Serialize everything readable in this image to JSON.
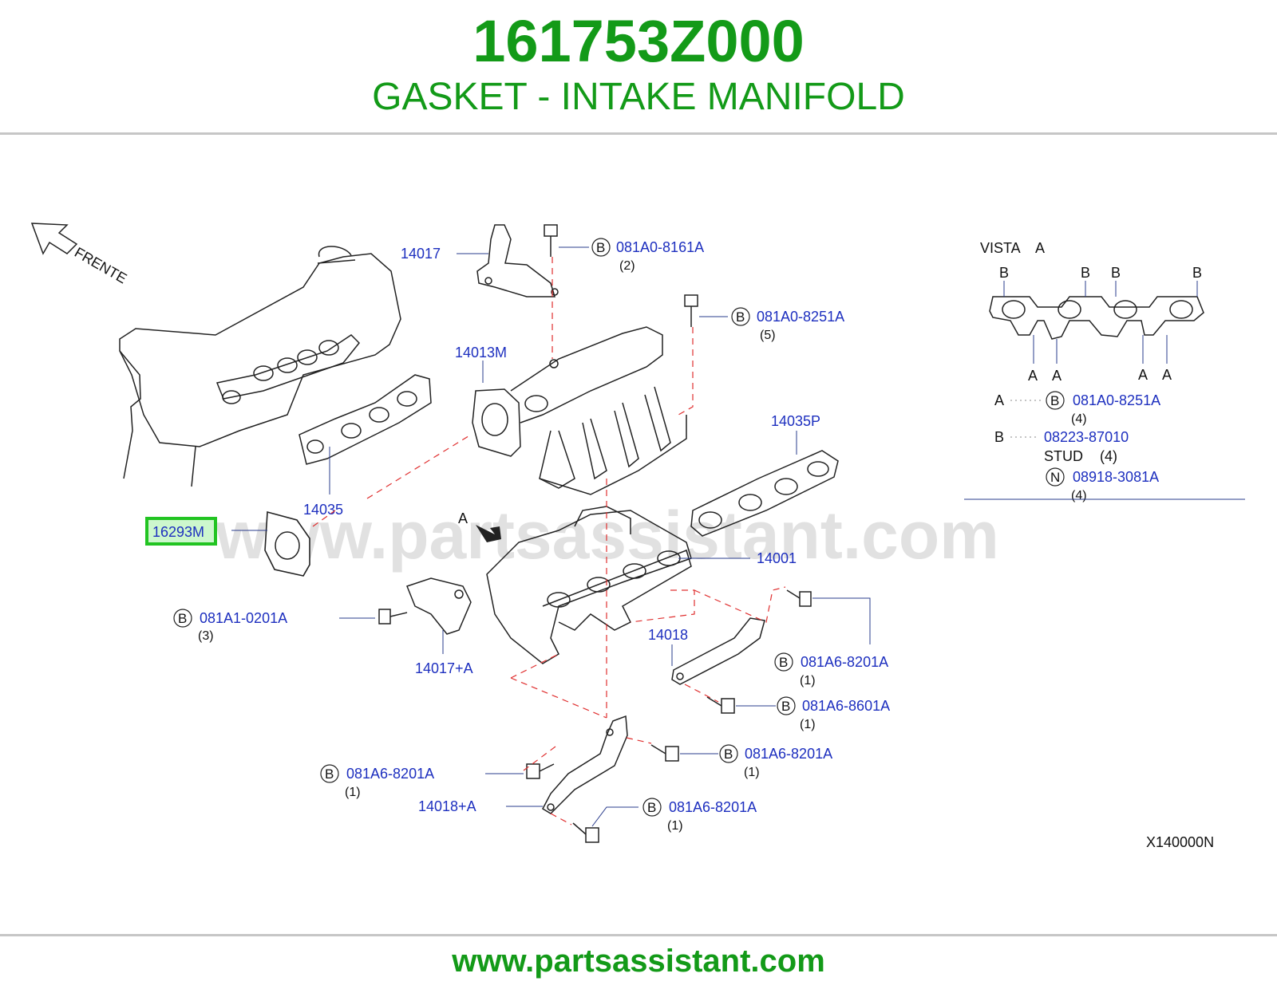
{
  "header": {
    "part_number": "161753Z000",
    "description": "GASKET - INTAKE MANIFOLD"
  },
  "colors": {
    "title_green": "#139a18",
    "label_blue": "#1d2fbf",
    "highlight_green": "#22c422",
    "dash_red": "#e03030",
    "rule_gray": "#c6c6c6"
  },
  "watermark": "www.partsassistant.com",
  "orientation_label": "FRENTE",
  "view_marker": "A",
  "parts": {
    "p14017": "14017",
    "p14013M": "14013M",
    "p14035P": "14035P",
    "p14035": "14035",
    "p16293M": "16293M",
    "p14001": "14001",
    "p14017A": "14017+A",
    "p14018": "14018",
    "p14018A": "14018+A"
  },
  "callouts": [
    {
      "circle": "B",
      "part": "081A0-8161A",
      "qty": "(2)"
    },
    {
      "circle": "B",
      "part": "081A0-8251A",
      "qty": "(5)"
    },
    {
      "circle": "B",
      "part": "081A1-0201A",
      "qty": "(3)"
    },
    {
      "circle": "B",
      "part": "081A6-8201A",
      "qty": "(1)"
    },
    {
      "circle": "B",
      "part": "081A6-8601A",
      "qty": "(1)"
    },
    {
      "circle": "B",
      "part": "081A6-8201A",
      "qty": "(1)"
    },
    {
      "circle": "B",
      "part": "081A6-8201A",
      "qty": "(1)"
    },
    {
      "circle": "B",
      "part": "081A6-8201A",
      "qty": "(1)"
    }
  ],
  "vista": {
    "title": "VISTA",
    "title_letter": "A",
    "b": "B",
    "a": "A",
    "legend": [
      {
        "key": "A",
        "circle": "B",
        "part": "081A0-8251A",
        "qty": "(4)"
      },
      {
        "key": "B",
        "part": "08223-87010",
        "note": "STUD",
        "qty": "(4)"
      },
      {
        "circle": "N",
        "part": "08918-3081A",
        "qty": "(4)"
      }
    ]
  },
  "diagram_code": "X140000N",
  "footer": "www.partsassistant.com"
}
